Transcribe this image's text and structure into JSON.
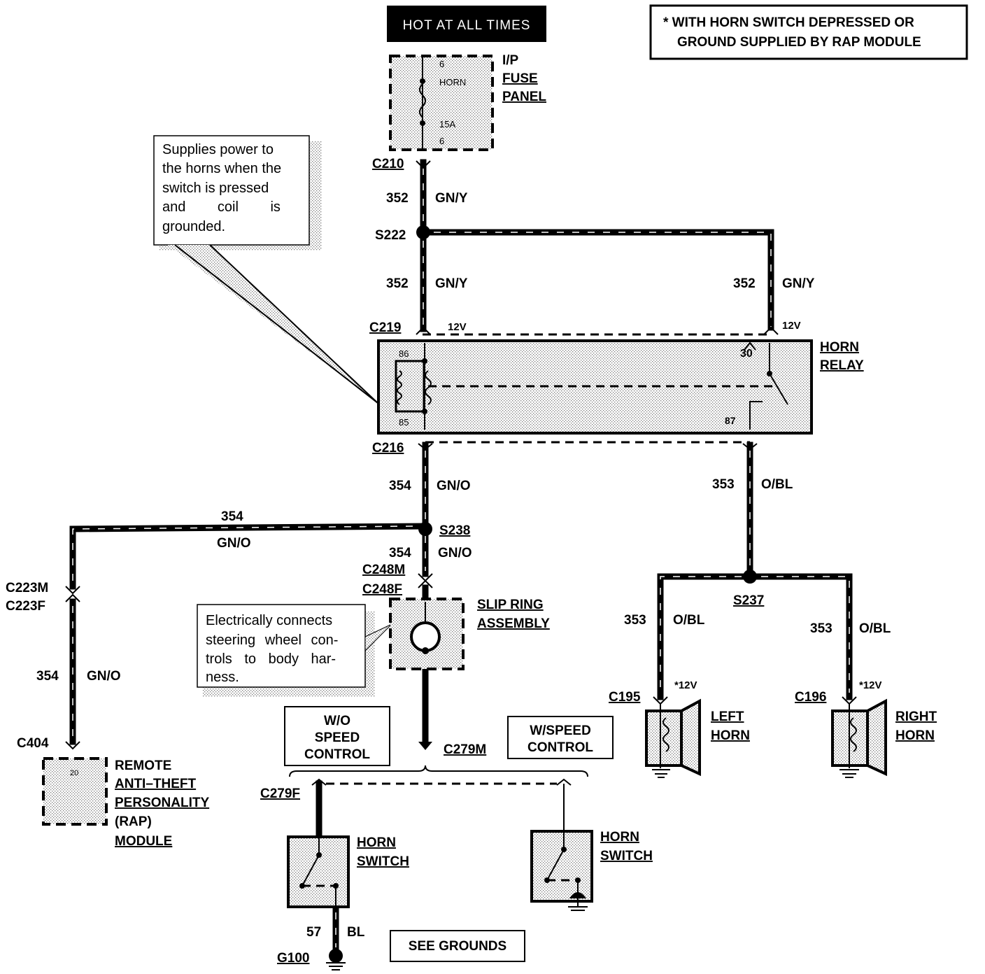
{
  "banner": {
    "hot": "HOT AT ALL TIMES"
  },
  "legend": {
    "line1": "* WITH HORN SWITCH DEPRESSED OR",
    "line2": "GROUND SUPPLIED BY RAP MODULE"
  },
  "fuse_panel": {
    "line1": "I/P",
    "line2": "FUSE",
    "line3": "PANEL",
    "pin_top": "6",
    "name": "HORN",
    "rating": "15A",
    "pin_bottom": "6"
  },
  "note_relay": {
    "lines": [
      "Supplies power to",
      "the horns when the",
      "switch is pressed",
      "and coil is",
      "grounded."
    ]
  },
  "note_slip": {
    "lines": [
      "Electrically connects",
      "steering wheel con-",
      "trols to body har-",
      "ness."
    ]
  },
  "connectors": {
    "c210": "C210",
    "c219": "C219",
    "c216": "C216",
    "c248m": "C248M",
    "c248f": "C248F",
    "c223m": "C223M",
    "c223f": "C223F",
    "c404": "C404",
    "c279m": "C279M",
    "c279f": "C279F",
    "c195": "C195",
    "c196": "C196",
    "g100": "G100"
  },
  "splices": {
    "s222": "S222",
    "s238": "S238",
    "s237": "S237"
  },
  "wires": {
    "w352": "352",
    "gny": "GN/Y",
    "w354": "354",
    "gno": "GN/O",
    "w353": "353",
    "obl": "O/BL",
    "w57": "57",
    "bl": "BL"
  },
  "voltages": {
    "v12": "12V",
    "v12star": "*12V"
  },
  "relay": {
    "line1": "HORN",
    "line2": "RELAY",
    "p86": "86",
    "p85": "85",
    "p30": "30",
    "p87": "87"
  },
  "slip_ring": {
    "line1": "SLIP RING",
    "line2": "ASSEMBLY"
  },
  "rap": {
    "pin": "20",
    "line1": "REMOTE",
    "line2": "ANTI–THEFT",
    "line3": "PERSONALITY",
    "line4": "(RAP)",
    "line5": "MODULE"
  },
  "speed": {
    "wo1": "W/O",
    "wo2": "SPEED",
    "wo3": "CONTROL",
    "w1": "W/SPEED",
    "w2": "CONTROL"
  },
  "horn_switch": {
    "line1": "HORN",
    "line2": "SWITCH"
  },
  "horns": {
    "left1": "LEFT",
    "left2": "HORN",
    "right1": "RIGHT",
    "right2": "HORN"
  },
  "grounds": {
    "see": "SEE GROUNDS"
  }
}
